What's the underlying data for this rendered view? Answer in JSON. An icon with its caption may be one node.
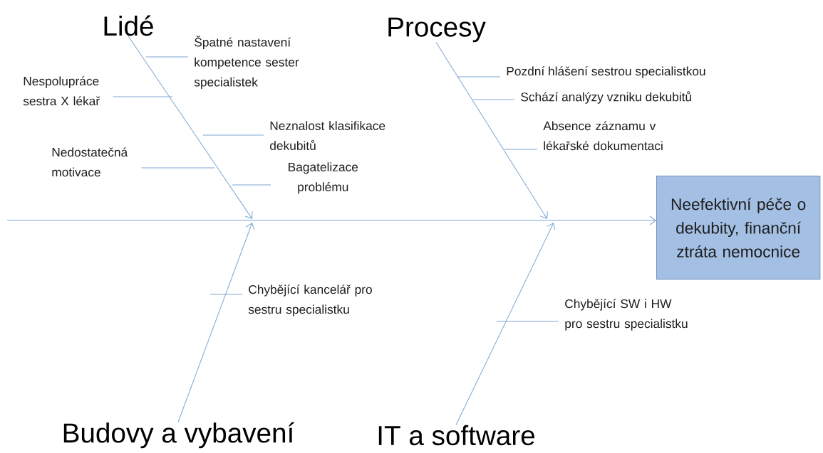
{
  "diagram": {
    "nodes": [
      {
        "text": [
          "Lidé"
        ]
      },
      {
        "text": [
          "Špatné nastavení kompetence sester specialistek"
        ]
      },
      {
        "text": [
          "Nespolupráce sestra X lékař"
        ]
      },
      {
        "text": [
          "Neznalost klasifikace dekubitů"
        ]
      },
      {
        "text": [
          "Nedostatečná motivace"
        ]
      },
      {
        "text": [
          "Bagatelizace problému"
        ]
      },
      {
        "text": [
          "Procesy"
        ]
      },
      {
        "text": [
          "Pozdní hlášení sestrou specialistkou"
        ]
      },
      {
        "text": [
          "Schází analýzy vzniku dekubitů"
        ]
      },
      {
        "text": [
          "Absence záznamu v lékařské dokumentaci"
        ]
      },
      {
        "text": [
          "Neefektivní péče o dekubity, finanční ztráta nemocnice"
        ]
      },
      {
        "text": [
          "Budovy a vybavení"
        ]
      },
      {
        "text": [
          "Chybějící kancelář pro sestru specialistku"
        ]
      },
      {
        "text": [
          "IT a software"
        ]
      },
      {
        "text": [
          "Chybějící SW i HW pro sestru specialistku"
        ]
      }
    ],
    "edges": [
      {
        "from": null,
        "to": 10,
        "arrow": "to"
      },
      {
        "from": 0,
        "to": null,
        "arrow": "to"
      },
      {
        "from": 6,
        "to": null,
        "arrow": "to"
      },
      {
        "from": 11,
        "to": null,
        "arrow": "to"
      },
      {
        "from": 13,
        "to": null,
        "arrow": "to"
      },
      {
        "from": 1,
        "to": null,
        "arrow": "none"
      },
      {
        "from": 2,
        "to": null,
        "arrow": "none"
      },
      {
        "from": 3,
        "to": null,
        "arrow": "none"
      },
      {
        "from": 4,
        "to": null,
        "arrow": "none"
      },
      {
        "from": 5,
        "to": null,
        "arrow": "none"
      },
      {
        "from": 7,
        "to": null,
        "arrow": "none"
      },
      {
        "from": 8,
        "to": null,
        "arrow": "none"
      },
      {
        "from": 9,
        "to": null,
        "arrow": "none"
      },
      {
        "from": 12,
        "to": null,
        "arrow": "none"
      },
      {
        "from": 14,
        "to": null,
        "arrow": "none"
      }
    ]
  }
}
